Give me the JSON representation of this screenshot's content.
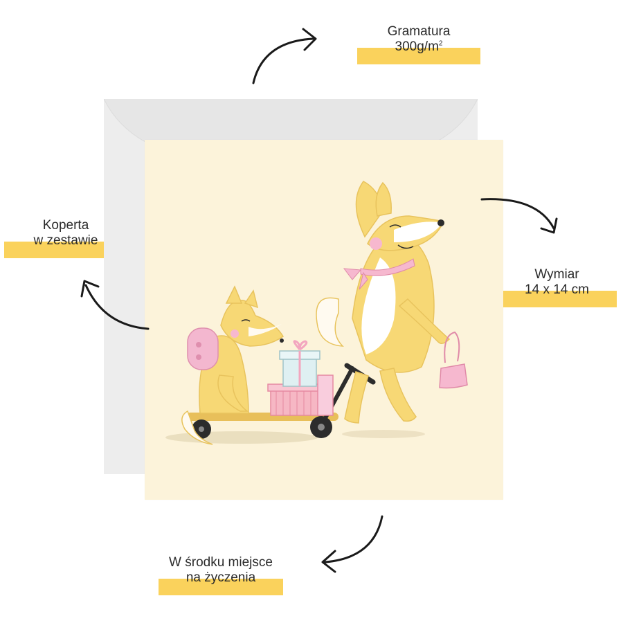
{
  "labels": {
    "gramatura": {
      "line1": "Gramatura",
      "line2": "300g/m",
      "sup": "2"
    },
    "koperta": {
      "line1": "Koperta",
      "line2": "w zestawie"
    },
    "wymiar": {
      "line1": "Wymiar",
      "line2": "14 x 14 cm"
    },
    "srodek": {
      "line1": "W środku miejsce",
      "line2": "na życzenia"
    }
  },
  "colors": {
    "highlight": "#fad25c",
    "card": "#fcf3da",
    "envelope": "#ededed",
    "fox": "#f7d875",
    "pink": "#f3b7cf"
  }
}
